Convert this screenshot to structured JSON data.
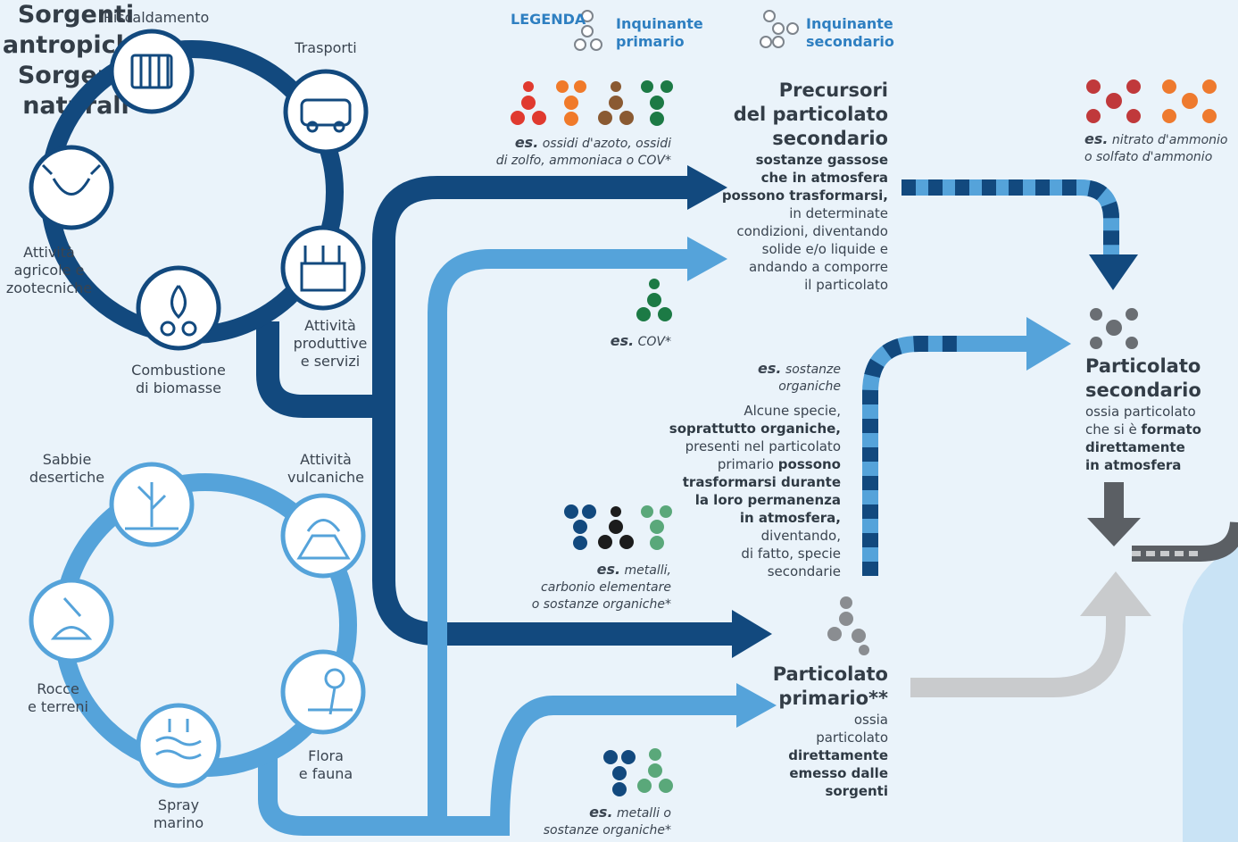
{
  "legend": {
    "label": "LEGENDA",
    "primary": "Inquinante primario",
    "secondary": "Inquinante secondario"
  },
  "anthropic": {
    "title_line1": "Sorgenti",
    "title_line2": "antropiche",
    "heating": "Riscaldamento",
    "transport": "Trasporti",
    "agri_1": "Attività",
    "agri_2": "agricole e",
    "agri_3": "zootecniche",
    "biomass_1": "Combustione",
    "biomass_2": "di biomasse",
    "prod_1": "Attività",
    "prod_2": "produttive",
    "prod_3": "e servizi"
  },
  "natural": {
    "title_line1": "Sorgenti",
    "title_line2": "naturali",
    "sand_1": "Sabbie",
    "sand_2": "desertiche",
    "volc_1": "Attività",
    "volc_2": "vulcaniche",
    "rock_1": "Rocce",
    "rock_2": "e terreni",
    "flora_1": "Flora",
    "flora_2": "e fauna",
    "spray_1": "Spray",
    "spray_2": "marino"
  },
  "examples": {
    "es": "es.",
    "gases_1": "ossidi d'azoto, ossidi",
    "gases_2": "di zolfo, ammoniaca o COV*",
    "cov": "COV*",
    "metals_1": "metalli,",
    "metals_2": "carbonio elementare",
    "metals_3": "o sostanze organiche*",
    "nat_1": "metalli o",
    "nat_2": "sostanze organiche*",
    "org_1": "sostanze",
    "org_2": "organiche",
    "secondary_1": "nitrato d'ammonio",
    "secondary_2": "o solfato d'ammonio"
  },
  "precursors": {
    "title_1": "Precursori",
    "title_2": "del particolato",
    "title_3": "secondario",
    "b1": "sostanze gassose",
    "b2": "che in atmosfera",
    "b3": "possono trasformarsi,",
    "n1": "in determinate",
    "n2": "condizioni, diventando",
    "n3": "solide e/o liquide e",
    "n4": "andando a comporre",
    "n5": "il particolato"
  },
  "organic_note": {
    "l1": "Alcune specie,",
    "l2": "soprattutto organiche,",
    "l3": "presenti nel particolato",
    "l4a": "primario ",
    "l4b": "possono",
    "l5": "trasformarsi durante",
    "l6": "la loro permanenza",
    "l7": "in atmosfera,",
    "l8": "diventando,",
    "l9": "di fatto, specie",
    "l10": "secondarie"
  },
  "primary_pm": {
    "title_1": "Particolato",
    "title_2": "primario**",
    "n1": "ossia",
    "n2": "particolato",
    "b1": "direttamente",
    "b2": "emesso dalle",
    "b3": "sorgenti"
  },
  "secondary_pm": {
    "title_1": "Particolato",
    "title_2": "secondario",
    "n1": "ossia particolato",
    "n2a": "che si è ",
    "n2b": "formato",
    "b1": "direttamente",
    "b2": "in atmosfera"
  },
  "colors": {
    "dark_blue": "#12497e",
    "light_blue": "#55a3da",
    "grey": "#c7c9cb",
    "dark_grey": "#5b5f64"
  }
}
